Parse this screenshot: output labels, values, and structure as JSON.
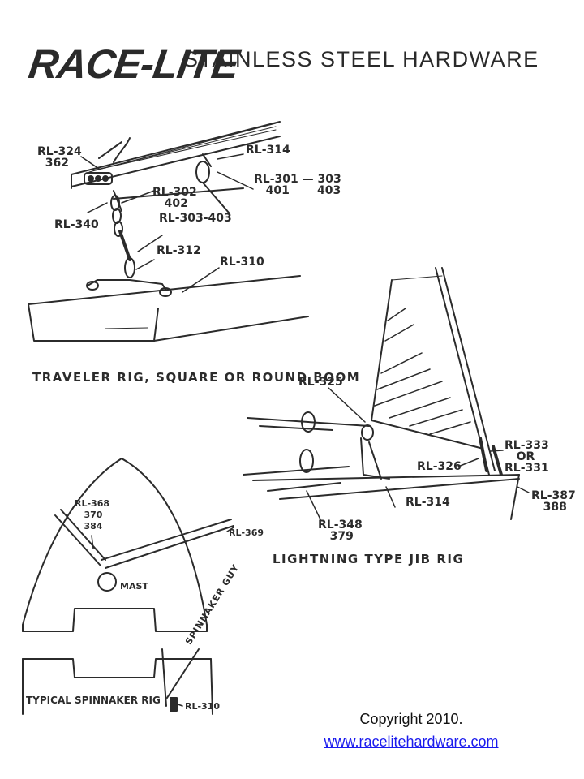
{
  "header": {
    "logo": "RACE-LITE",
    "title": "STAINLESS STEEL HARDWARE"
  },
  "traveler": {
    "labels": {
      "rl324": "RL-324\n  362",
      "rl314": "RL-314",
      "rl302": "RL-302\n   402",
      "rl301": "RL-301 — 303\n   401       403",
      "rl340": "RL-340",
      "rl303": "RL-303-403",
      "rl312": "RL-312",
      "rl310": "RL-310"
    },
    "caption": "TRAVELER RIG, SQUARE\n OR ROUND BOOM"
  },
  "jib": {
    "labels": {
      "rl325": "RL-325",
      "rl333": "RL-333\n   OR\nRL-331",
      "rl326": "RL-326",
      "rl387": "RL-387\n   388",
      "rl348": "RL-348\n   379",
      "rl314": "RL-314"
    },
    "caption": "LIGHTNING TYPE JIB RIG"
  },
  "spinnaker": {
    "labels": {
      "rl368": "RL-368\n   370\n   384",
      "rl369": "RL-369",
      "mast": "MAST",
      "guy": "SPINNAKER GUY",
      "rl310": "RL-310"
    },
    "caption": "TYPICAL SPINNAKER RIG"
  },
  "footer": {
    "copyright": "Copyright  2010.",
    "link": "www.racelitehardware.com"
  }
}
